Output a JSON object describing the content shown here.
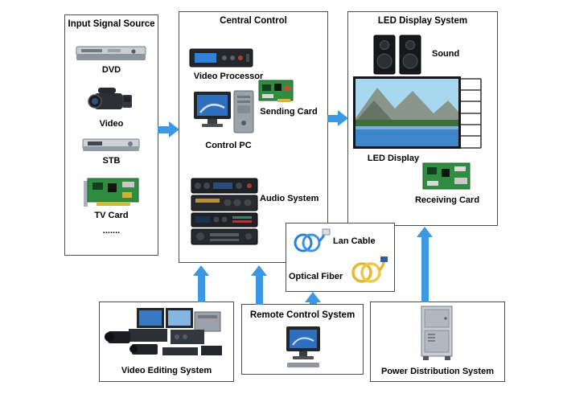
{
  "colors": {
    "arrow_blue": "#3d97e2"
  },
  "input_source": {
    "title": "Input Signal Source",
    "items": [
      "DVD",
      "Video",
      "STB",
      "TV Card",
      "......."
    ]
  },
  "central_control": {
    "title": "Central Control",
    "video_processor_label": "Video Processor",
    "sending_card_label": "Sending Card",
    "control_pc_label": "Control PC",
    "audio_system_label": "Audio System"
  },
  "led_display_system": {
    "title": "LED Display System",
    "sound_label": "Sound",
    "led_display_label": "LED Display",
    "receiving_card_label": "Receiving Card"
  },
  "cables": {
    "lan_cable_label": "Lan Cable",
    "optical_fiber_label": "Optical Fiber"
  },
  "video_editing_system": {
    "title": "Video Editing System"
  },
  "remote_control_system": {
    "title": "Remote Control System"
  },
  "power_distribution_system": {
    "title": "Power Distribution System"
  }
}
